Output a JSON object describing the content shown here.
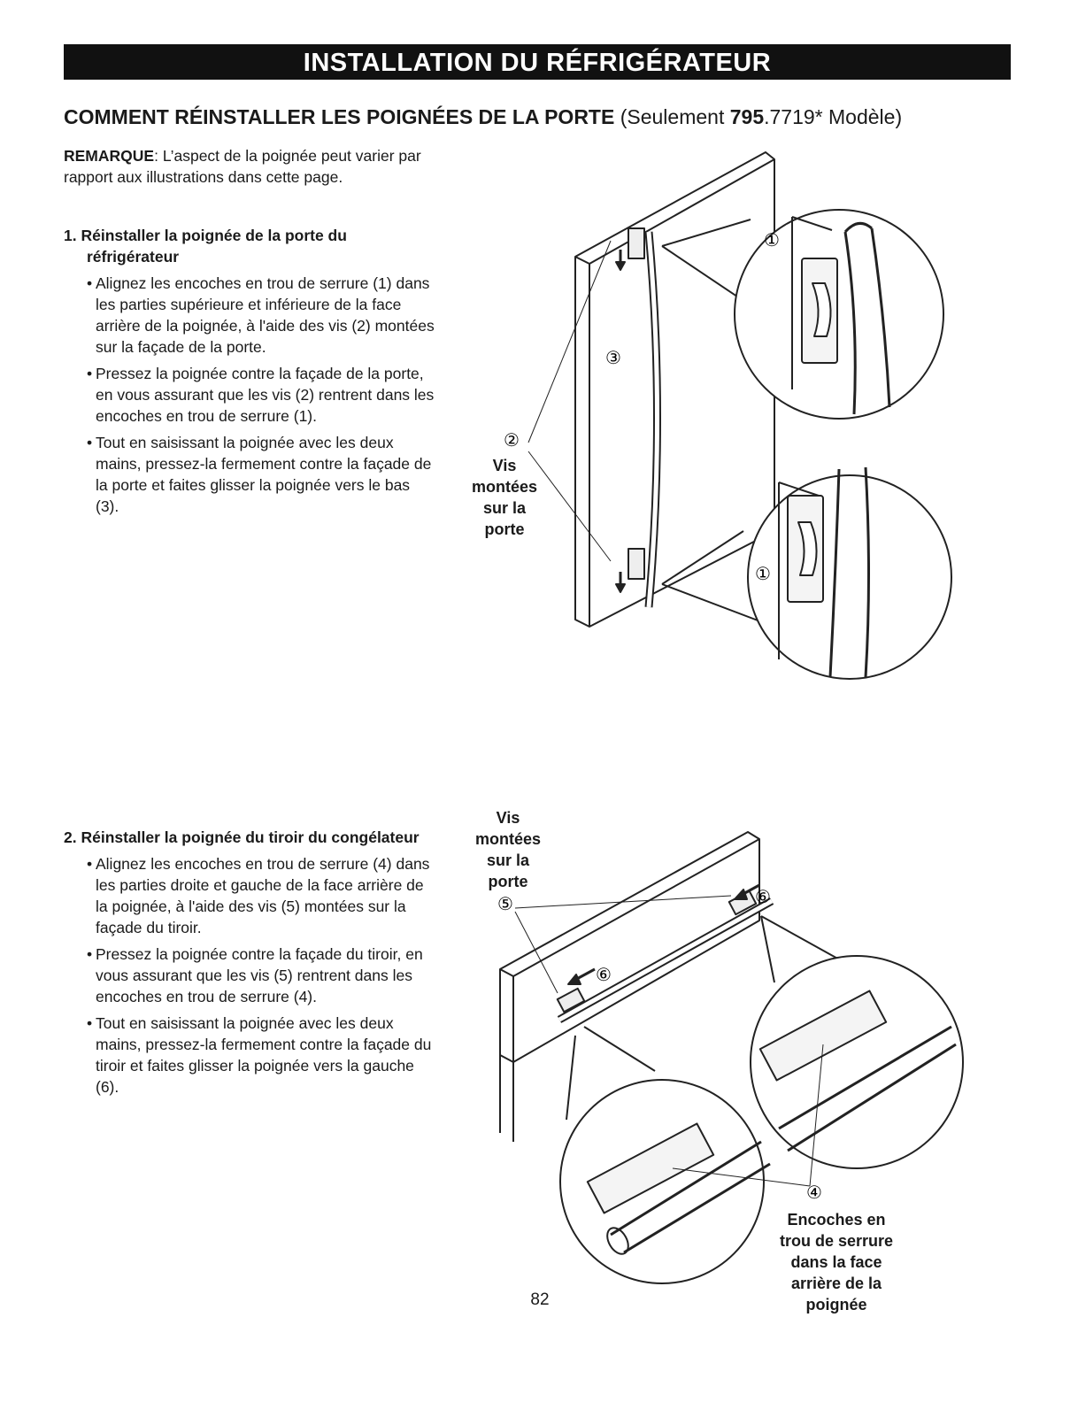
{
  "banner": {
    "title": "INSTALLATION DU RÉFRIGÉRATEUR"
  },
  "heading": {
    "main": "COMMENT RÉINSTALLER LES POIGNÉES DE LA PORTE",
    "sub_prefix": "(Seulement ",
    "sub_bold": "795",
    "sub_suffix": ".7719* Modèle)"
  },
  "note": {
    "label": "REMARQUE",
    "text": ": L’aspect de la poignée peut varier par rapport aux illustrations dans cette page."
  },
  "steps": [
    {
      "title": "1. Réinstaller la poignée de la porte du réfrigérateur",
      "bullets": [
        "Alignez les encoches en trou de serrure (1) dans les parties supérieure et inférieure de la face arrière de la poignée, à l'aide des vis (2) montées sur la façade de la porte.",
        "Pressez la poignée contre la façade de la porte, en vous assurant que les vis (2) rentrent dans les encoches en trou de serrure (1).",
        "Tout en saisissant la poignée avec les deux mains, pressez-la fermement contre la façade de la porte et faites glisser la poignée vers le bas (3)."
      ]
    },
    {
      "title": "2. Réinstaller la poignée du tiroir du congélateur",
      "bullets": [
        "Alignez les encoches en trou de serrure (4) dans les parties droite et gauche de la face arrière de la poignée, à l'aide des vis (5) montées sur la façade du tiroir.",
        "Pressez la poignée contre la façade du tiroir, en vous assurant que les vis (5) rentrent dans les encoches en trou de serrure (4).",
        "Tout en saisissant la poignée avec les deux mains, pressez-la fermement contre la façade du tiroir et faites glisser la poignée vers la gauche (6)."
      ]
    }
  ],
  "figure1": {
    "screws_label": [
      "Vis",
      "montées",
      "sur la",
      "porte"
    ],
    "markers": {
      "m1": "①",
      "m2": "②",
      "m3": "③"
    }
  },
  "figure2": {
    "screws_label": [
      "Vis",
      "montées",
      "sur la",
      "porte"
    ],
    "slots_label": [
      "Encoches en",
      "trou de serrure",
      "dans la face",
      "arrière de la",
      "poignée"
    ],
    "markers": {
      "m4": "④",
      "m5": "⑤",
      "m6": "⑥"
    }
  },
  "page_number": "82"
}
